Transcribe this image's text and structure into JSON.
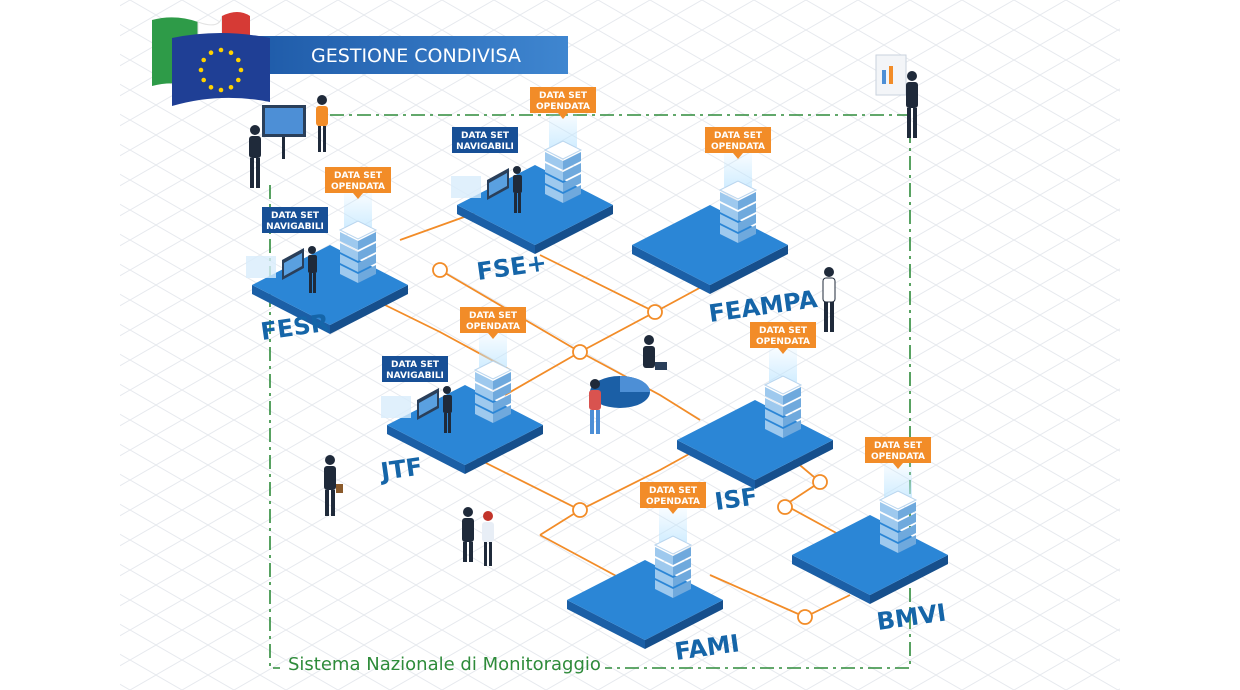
{
  "header": {
    "banner_title": "GESTIONE CONDIVISA",
    "flags": [
      "italian-flag",
      "eu-flag"
    ]
  },
  "footer": {
    "system_name": "Sistema Nazionale di Monitoraggio"
  },
  "tags": {
    "opendata_line1": "DATA SET",
    "opendata_line2": "OPENDATA",
    "navigabili_line1": "DATA SET",
    "navigabili_line2": "NAVIGABILI"
  },
  "platforms": [
    {
      "id": "fesr",
      "label": "FESR",
      "opendata": true,
      "navigabili": true
    },
    {
      "id": "fse",
      "label": "FSE+",
      "opendata": true,
      "navigabili": true
    },
    {
      "id": "feampa",
      "label": "FEAMPA",
      "opendata": true,
      "navigabili": false
    },
    {
      "id": "jtf",
      "label": "JTF",
      "opendata": true,
      "navigabili": true
    },
    {
      "id": "isf",
      "label": "ISF",
      "opendata": true,
      "navigabili": false
    },
    {
      "id": "fami",
      "label": "FAMI",
      "opendata": true,
      "navigabili": false
    },
    {
      "id": "bmvi",
      "label": "BMVI",
      "opendata": true,
      "navigabili": false
    }
  ],
  "colors": {
    "platform_top": "#2b86d6",
    "platform_side": "#1b5fa6",
    "connector": "#f28c28",
    "border_dash": "#2e8b3a",
    "opendata_tag": "#f28c28",
    "navigabili_tag": "#174f96",
    "banner": "#2e6fc0"
  }
}
